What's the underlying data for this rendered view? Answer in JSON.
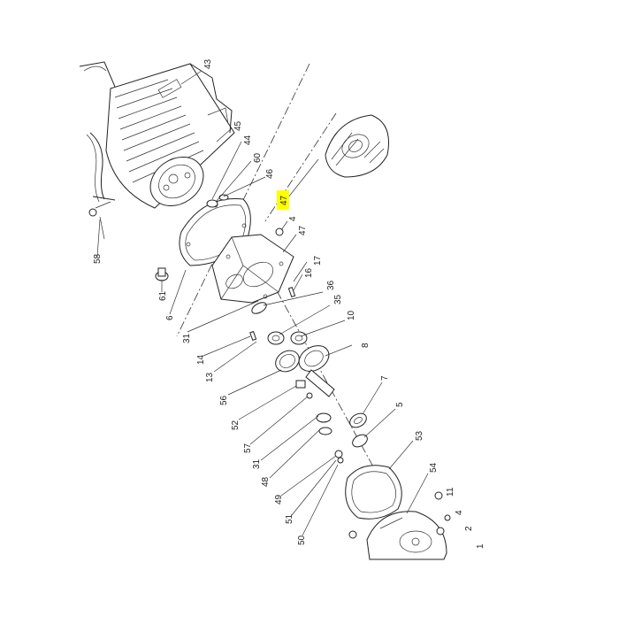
{
  "diagram": {
    "highlight_color": "#ffff00",
    "labels": {
      "l43": "43",
      "l45": "45",
      "l44": "44",
      "l60": "60",
      "l46": "46",
      "l47a": "47",
      "l4a": "4",
      "l47b": "47",
      "l17": "17",
      "l16": "16",
      "l36": "36",
      "l35": "35",
      "l10": "10",
      "l8": "8",
      "l31a": "31",
      "l14": "14",
      "l13": "13",
      "l56": "56",
      "l52": "52",
      "l57": "57",
      "l31b": "31",
      "l48": "48",
      "l49": "49",
      "l51": "51",
      "l50": "50",
      "l7": "7",
      "l5": "5",
      "l53": "53",
      "l54": "54",
      "l11": "11",
      "l4b": "4",
      "l2": "2",
      "l1": "1",
      "l58": "58",
      "l61": "61",
      "l6": "6"
    }
  }
}
